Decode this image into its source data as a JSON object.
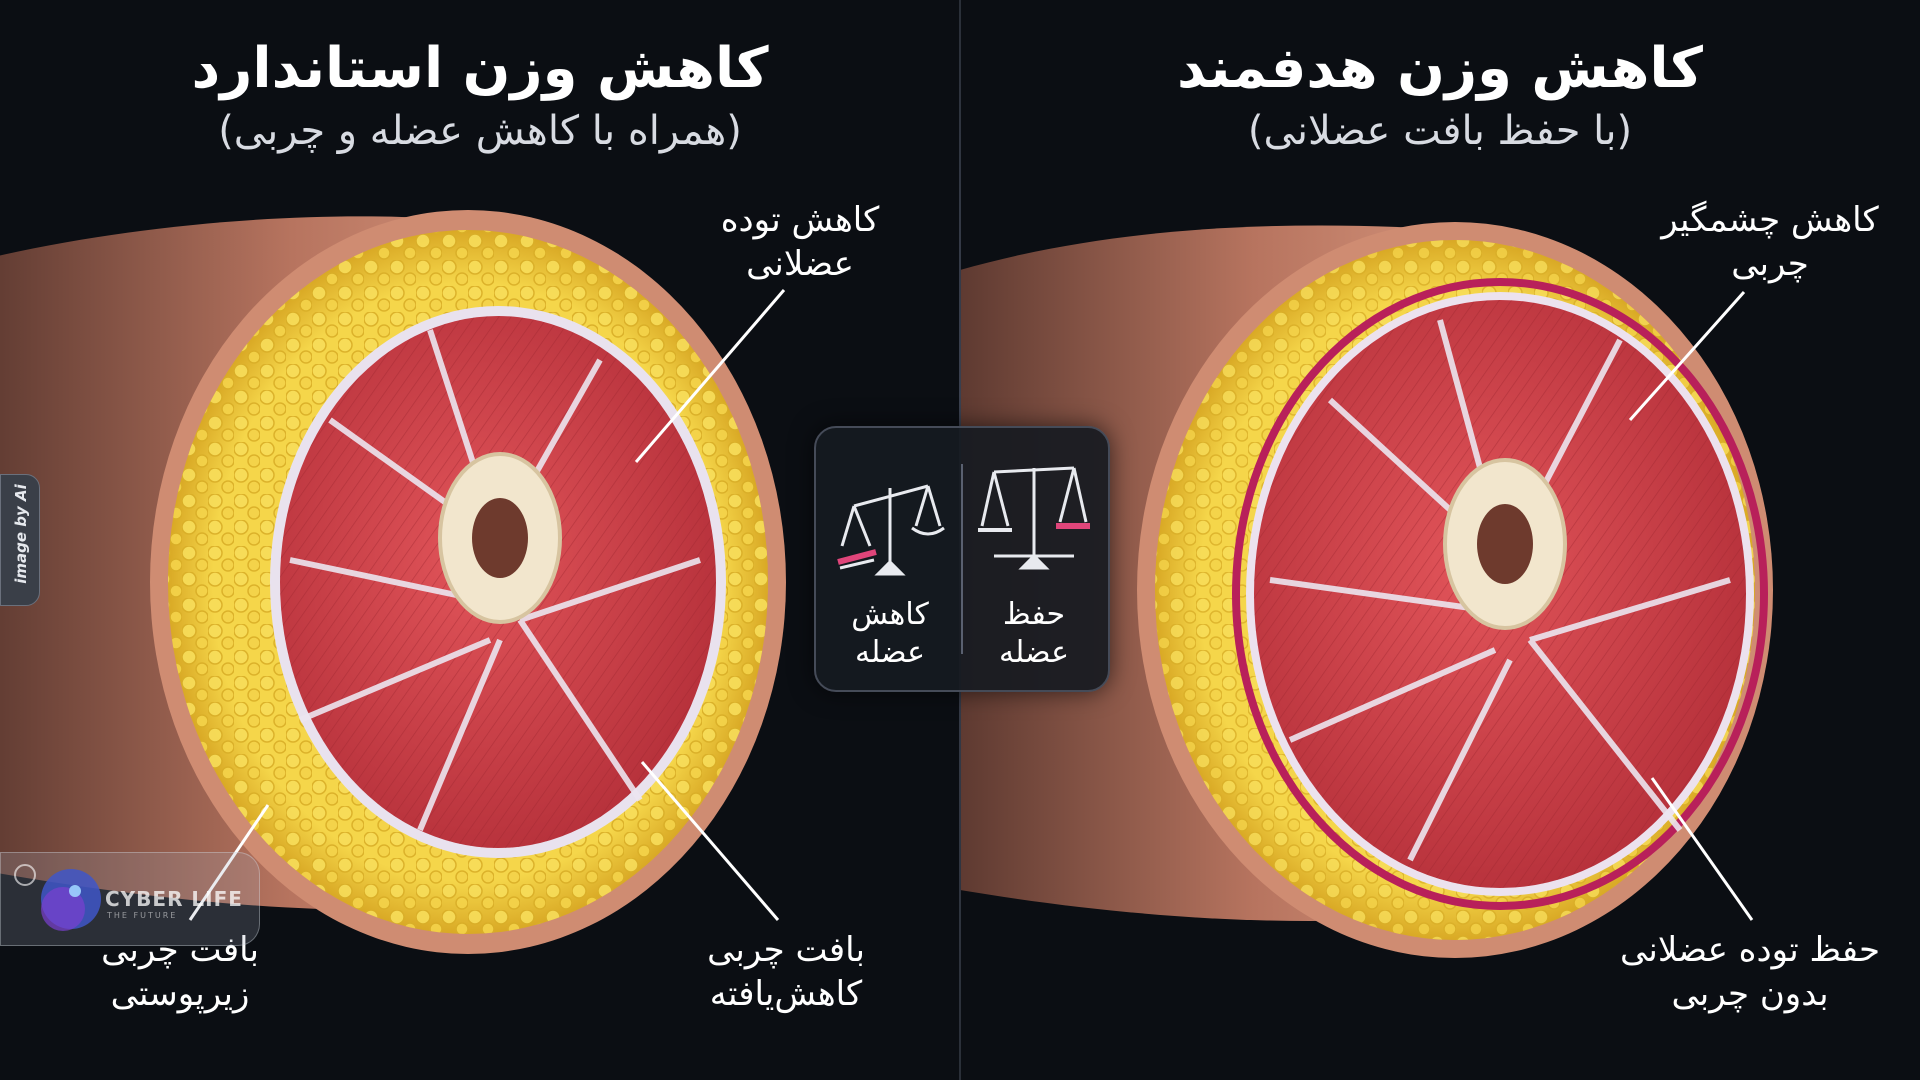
{
  "left": {
    "title": "کاهش وزن استاندارد",
    "subtitle": "(همراه با کاهش عضله و چربی)",
    "labels": {
      "muscle_loss": [
        "کاهش توده",
        "عضلانی"
      ],
      "subcutaneous_fat": [
        "بافت چربی",
        "زیرپوستی"
      ],
      "reduced_fat": [
        "بافت چربی",
        "کاهش‌یافته"
      ]
    }
  },
  "right": {
    "title": "کاهش وزن هدفمند",
    "subtitle": "(با حفظ بافت عضلانی)",
    "labels": {
      "fat_loss": [
        "کاهش چشمگیر",
        "چربی"
      ],
      "muscle_preserved": [
        "حفظ توده عضلانی",
        "بدون چربی"
      ]
    }
  },
  "comparison_badge": {
    "left_label": [
      "کاهش",
      "عضله"
    ],
    "right_label": [
      "حفظ",
      "عضله"
    ],
    "left_icon": "tilted-scale-icon",
    "right_icon": "balanced-scale-icon"
  },
  "side_tag": "image by Ai",
  "watermark": {
    "text": "CYBER LIFE",
    "sub": "THE FUTURE"
  },
  "colors": {
    "background": "#0b0e13",
    "fat": "#f2cf3a",
    "muscle": "#d8434a",
    "skin": "#c9826a",
    "bone": "#f0e3c8",
    "highlight": "#d6336c"
  }
}
